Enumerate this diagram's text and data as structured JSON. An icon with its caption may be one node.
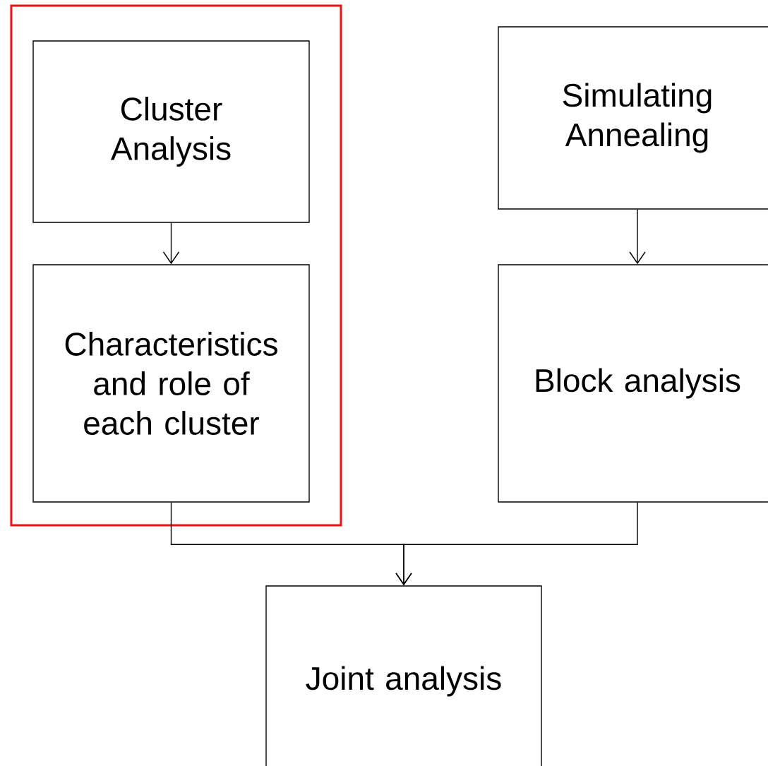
{
  "diagram": {
    "nodes": [
      {
        "text": [],
        "shape": "box"
      },
      {
        "text": [
          "Cluster Analysis"
        ],
        "in": 0
      },
      {
        "text": [
          "Characteristics and role of each cluster"
        ],
        "in": 0
      },
      {
        "text": [
          "Simulating Annealing"
        ]
      },
      {
        "text": [
          "Block analysis"
        ]
      },
      {
        "text": [
          "Joint analysis"
        ]
      }
    ],
    "edges": [
      {
        "from": 1,
        "to": 2,
        "arrow": "to"
      },
      {
        "from": 3,
        "to": 4,
        "arrow": "to"
      },
      {
        "from": 2,
        "to": 5,
        "arrow": "to"
      },
      {
        "from": 4,
        "to": 5,
        "arrow": "to"
      }
    ]
  }
}
